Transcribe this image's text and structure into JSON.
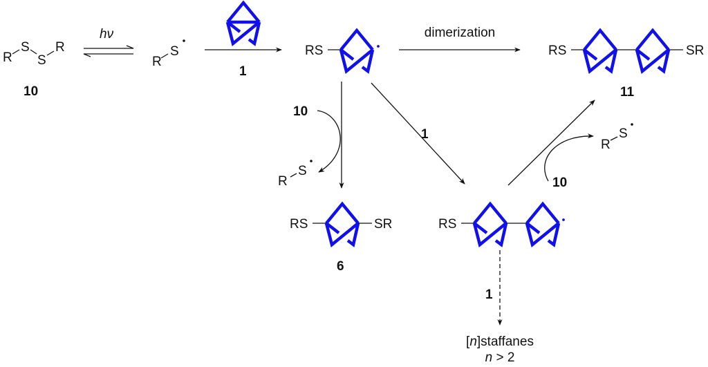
{
  "colors": {
    "cage": "#1010ee",
    "line": "#111111"
  },
  "disulfide": {
    "r1": "R",
    "s1": "S",
    "s2": "S",
    "r2": "R",
    "label": "10"
  },
  "equilibrium": {
    "label": "hν"
  },
  "thiyl_radical": {
    "r": "R",
    "s": "S"
  },
  "addition_arrow": {
    "label": "1"
  },
  "bcp_radical": {
    "rs": "RS"
  },
  "dimerization_arrow": {
    "label": "dimerization"
  },
  "product_11": {
    "rs": "RS",
    "sr": "SR",
    "label": "11"
  },
  "down_path": {
    "reagent": "10",
    "byproduct_r": "R",
    "byproduct_s": "S"
  },
  "product_6": {
    "rs": "RS",
    "sr": "SR",
    "label": "6"
  },
  "diagonal_arrow": {
    "label": "1"
  },
  "dimer_radical": {
    "rs": "RS"
  },
  "dimer_to_11": {
    "reagent": "10",
    "byproduct_r": "R",
    "byproduct_s": "S"
  },
  "oligomer_path": {
    "reagent": "1",
    "product_prefix": "[",
    "product_n": "n",
    "product_suffix": "]staffanes",
    "condition_n": "n",
    "condition_rest": " > 2"
  }
}
